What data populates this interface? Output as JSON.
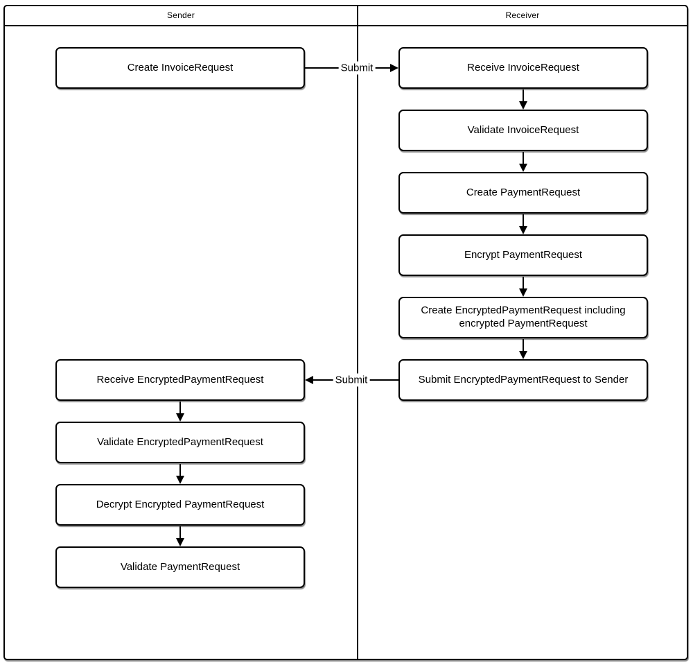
{
  "diagram": {
    "type": "swimlane-flowchart",
    "lanes": [
      {
        "id": "sender",
        "label": "Sender"
      },
      {
        "id": "receiver",
        "label": "Receiver"
      }
    ],
    "nodes": [
      {
        "id": "create-invoicerequest",
        "lane": "sender",
        "label": "Create InvoiceRequest"
      },
      {
        "id": "receive-invoicerequest",
        "lane": "receiver",
        "label": "Receive InvoiceRequest"
      },
      {
        "id": "validate-invoicerequest",
        "lane": "receiver",
        "label": "Validate InvoiceRequest"
      },
      {
        "id": "create-paymentrequest",
        "lane": "receiver",
        "label": "Create PaymentRequest"
      },
      {
        "id": "encrypt-paymentrequest",
        "lane": "receiver",
        "label": "Encrypt PaymentRequest"
      },
      {
        "id": "create-encryptedpaymentrequest",
        "lane": "receiver",
        "label": "Create EncryptedPaymentRequest including encrypted PaymentRequest"
      },
      {
        "id": "submit-encryptedpaymentrequest",
        "lane": "receiver",
        "label": "Submit EncryptedPaymentRequest to Sender"
      },
      {
        "id": "receive-encryptedpaymentrequest",
        "lane": "sender",
        "label": "Receive EncryptedPaymentRequest"
      },
      {
        "id": "validate-encryptedpaymentrequest",
        "lane": "sender",
        "label": "Validate EncryptedPaymentRequest"
      },
      {
        "id": "decrypt-encrypted-paymentrequest",
        "lane": "sender",
        "label": "Decrypt Encrypted PaymentRequest"
      },
      {
        "id": "validate-paymentrequest",
        "lane": "sender",
        "label": "Validate PaymentRequest"
      }
    ],
    "edges": [
      {
        "from": "create-invoicerequest",
        "to": "receive-invoicerequest",
        "label": "Submit"
      },
      {
        "from": "receive-invoicerequest",
        "to": "validate-invoicerequest",
        "label": ""
      },
      {
        "from": "validate-invoicerequest",
        "to": "create-paymentrequest",
        "label": ""
      },
      {
        "from": "create-paymentrequest",
        "to": "encrypt-paymentrequest",
        "label": ""
      },
      {
        "from": "encrypt-paymentrequest",
        "to": "create-encryptedpaymentrequest",
        "label": ""
      },
      {
        "from": "create-encryptedpaymentrequest",
        "to": "submit-encryptedpaymentrequest",
        "label": ""
      },
      {
        "from": "submit-encryptedpaymentrequest",
        "to": "receive-encryptedpaymentrequest",
        "label": "Submit"
      },
      {
        "from": "receive-encryptedpaymentrequest",
        "to": "validate-encryptedpaymentrequest",
        "label": ""
      },
      {
        "from": "validate-encryptedpaymentrequest",
        "to": "decrypt-encrypted-paymentrequest",
        "label": ""
      },
      {
        "from": "decrypt-encrypted-paymentrequest",
        "to": "validate-paymentrequest",
        "label": ""
      }
    ],
    "colors": {
      "stroke": "#000000",
      "text": "#000000",
      "background": "#ffffff"
    }
  }
}
